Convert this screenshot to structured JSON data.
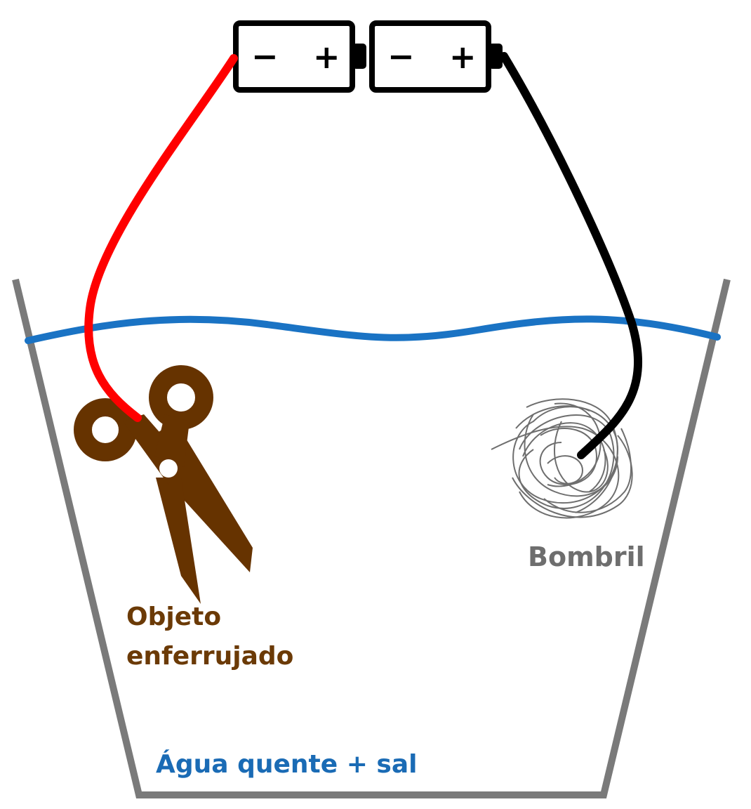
{
  "battery_left": {
    "minus": "−",
    "plus": "+"
  },
  "battery_right": {
    "minus": "−",
    "plus": "+"
  },
  "labels": {
    "object_line1": "Objeto",
    "object_line2": "enferrujado",
    "steel_wool": "Bombril",
    "water": "Água quente + sal"
  },
  "colors": {
    "container": "#7a7a7a",
    "water_line": "#1a73c4",
    "wire_red": "#ff0000",
    "wire_black": "#000000",
    "scissors": "#663300",
    "steel_wool": "#6e6e6e"
  },
  "icons": [
    "battery-icon",
    "scissors-icon",
    "steel-wool-icon"
  ]
}
